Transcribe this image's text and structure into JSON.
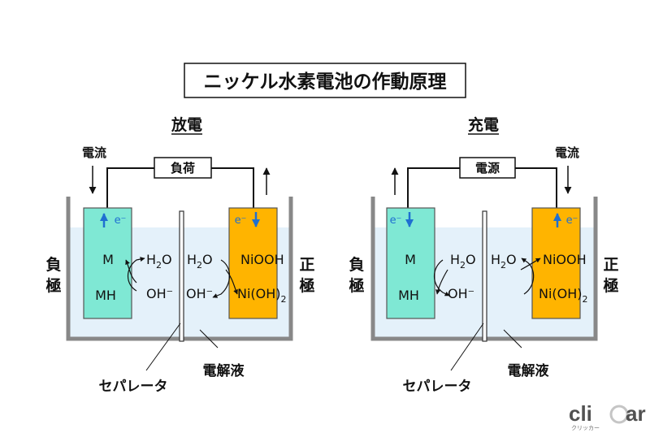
{
  "title": "ニッケル水素電池の作動原理",
  "discharge": {
    "heading": "放電",
    "current_label": "電流",
    "load_label": "負荷",
    "neg_label": [
      "負",
      "極"
    ],
    "pos_label": [
      "正",
      "極"
    ],
    "electron_neg": "e⁻",
    "electron_pos": "e⁻",
    "m": "M",
    "mh": "MH",
    "h2o_left": "H",
    "h2o_right": "H",
    "oh_left": "OH⁻",
    "oh_right": "OH⁻",
    "niooh": "NiOOH",
    "nioh2": "Ni(OH)"
  },
  "charge": {
    "heading": "充電",
    "current_label": "電流",
    "source_label": "電源",
    "neg_label": [
      "負",
      "極"
    ],
    "pos_label": [
      "正",
      "極"
    ],
    "electron_neg": "e⁻",
    "electron_pos": "e⁻",
    "m": "M",
    "mh": "MH",
    "h2o_left": "H",
    "h2o_right": "H",
    "oh_left": "OH⁻",
    "niooh": "NiOOH",
    "nioh2": "Ni(OH)"
  },
  "subscript_2": "2",
  "subscript_o": "O",
  "separator_label": "セパレータ",
  "electrolyte_label": "電解液",
  "colors": {
    "negative_electrode": "#7fe8d4",
    "positive_electrode": "#ffb400",
    "electrolyte": "#e4f1fa",
    "electron_arrow": "#1f6fd1"
  },
  "logo": {
    "part1": "cli",
    "part2": "ar",
    "sub": "クリッカー"
  }
}
